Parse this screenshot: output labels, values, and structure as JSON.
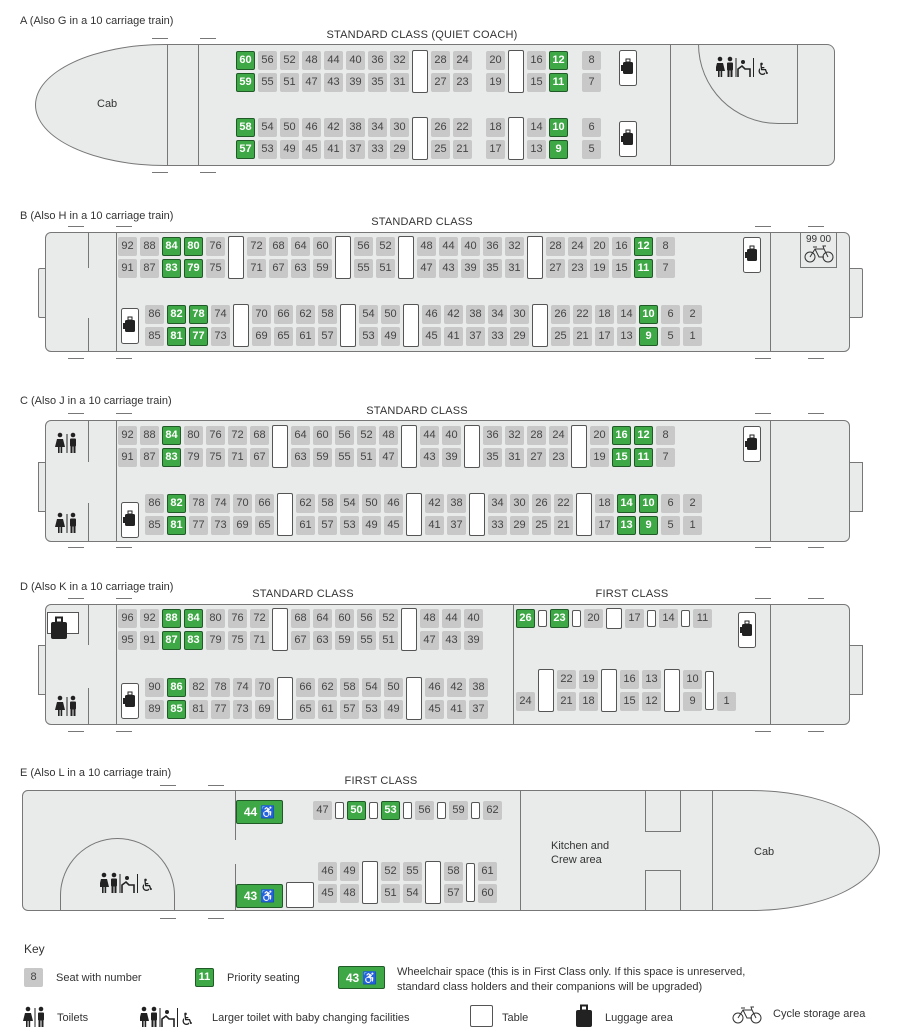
{
  "colors": {
    "priority": "#3fa846",
    "seat": "#c8c8c8",
    "body": "#e9eaea"
  },
  "carriages": [
    {
      "label": "A (Also G in a 10 carriage train)",
      "titles": [
        "STANDARD CLASS (QUIET COACH)"
      ],
      "cab": "Cab",
      "priority": [
        "60",
        "59",
        "58",
        "57",
        "12",
        "11",
        "10",
        "9"
      ],
      "blocks": [
        [
          [
            "60",
            "59"
          ],
          [
            "56",
            "55"
          ],
          [
            "52",
            "51"
          ],
          [
            "48",
            "47"
          ],
          [
            "44",
            "43"
          ],
          [
            "40",
            "39"
          ],
          [
            "36",
            "35"
          ],
          [
            "32",
            "31"
          ],
          "T",
          [
            "28",
            "27"
          ],
          [
            "24",
            "23"
          ],
          "s",
          [
            "20",
            "19"
          ],
          "T",
          [
            "16",
            "15"
          ],
          [
            "12",
            "11"
          ],
          "s",
          [
            "8",
            "7"
          ]
        ],
        [
          [
            "58",
            "57"
          ],
          [
            "54",
            "53"
          ],
          [
            "50",
            "49"
          ],
          [
            "46",
            "45"
          ],
          [
            "42",
            "41"
          ],
          [
            "38",
            "37"
          ],
          [
            "34",
            "33"
          ],
          [
            "30",
            "29"
          ],
          "T",
          [
            "26",
            "25"
          ],
          [
            "22",
            "21"
          ],
          "s",
          [
            "18",
            "17"
          ],
          "T",
          [
            "14",
            "13"
          ],
          [
            "10",
            "9"
          ],
          "s",
          [
            "6",
            "5"
          ]
        ]
      ]
    },
    {
      "label": "B (Also H in a 10 carriage train)",
      "titles": [
        "STANDARD CLASS"
      ],
      "cycle": "99 00",
      "priority": [
        "84",
        "83",
        "80",
        "79",
        "12",
        "11",
        "82",
        "81",
        "78",
        "77",
        "10",
        "9"
      ],
      "blocks": [
        [
          [
            "92",
            "91"
          ],
          [
            "88",
            "87"
          ],
          [
            "84",
            "83"
          ],
          [
            "80",
            "79"
          ],
          [
            "76",
            "75"
          ],
          "T",
          [
            "72",
            "71"
          ],
          [
            "68",
            "67"
          ],
          [
            "64",
            "63"
          ],
          [
            "60",
            "59"
          ],
          "T",
          [
            "56",
            "55"
          ],
          [
            "52",
            "51"
          ],
          "T",
          [
            "48",
            "47"
          ],
          [
            "44",
            "43"
          ],
          [
            "40",
            "39"
          ],
          [
            "36",
            "35"
          ],
          [
            "32",
            "31"
          ],
          "T",
          [
            "28",
            "27"
          ],
          [
            "24",
            "23"
          ],
          [
            "20",
            "19"
          ],
          [
            "16",
            "15"
          ],
          [
            "12",
            "11"
          ],
          [
            "8",
            "7"
          ]
        ],
        [
          [
            "86",
            "85"
          ],
          [
            "82",
            "81"
          ],
          [
            "78",
            "77"
          ],
          [
            "74",
            "73"
          ],
          "T",
          [
            "70",
            "69"
          ],
          [
            "66",
            "65"
          ],
          [
            "62",
            "61"
          ],
          [
            "58",
            "57"
          ],
          "T",
          [
            "54",
            "53"
          ],
          [
            "50",
            "49"
          ],
          "T",
          [
            "46",
            "45"
          ],
          [
            "42",
            "41"
          ],
          [
            "38",
            "37"
          ],
          [
            "34",
            "33"
          ],
          [
            "30",
            "29"
          ],
          "T",
          [
            "26",
            "25"
          ],
          [
            "22",
            "21"
          ],
          [
            "18",
            "17"
          ],
          [
            "14",
            "13"
          ],
          [
            "10",
            "9"
          ],
          [
            "6",
            "5"
          ],
          [
            "2",
            "1"
          ]
        ]
      ]
    },
    {
      "label": "C (Also J in a 10 carriage train)",
      "titles": [
        "STANDARD CLASS"
      ],
      "priority": [
        "84",
        "83",
        "16",
        "15",
        "12",
        "11",
        "82",
        "81",
        "14",
        "13",
        "10",
        "9"
      ],
      "blocks": [
        [
          [
            "92",
            "91"
          ],
          [
            "88",
            "87"
          ],
          [
            "84",
            "83"
          ],
          [
            "80",
            "79"
          ],
          [
            "76",
            "75"
          ],
          [
            "72",
            "71"
          ],
          [
            "68",
            "67"
          ],
          "T",
          [
            "64",
            "63"
          ],
          [
            "60",
            "59"
          ],
          [
            "56",
            "55"
          ],
          [
            "52",
            "51"
          ],
          [
            "48",
            "47"
          ],
          "T",
          [
            "44",
            "43"
          ],
          [
            "40",
            "39"
          ],
          "T",
          [
            "36",
            "35"
          ],
          [
            "32",
            "31"
          ],
          [
            "28",
            "27"
          ],
          [
            "24",
            "23"
          ],
          "T",
          [
            "20",
            "19"
          ],
          [
            "16",
            "15"
          ],
          [
            "12",
            "11"
          ],
          [
            "8",
            "7"
          ]
        ],
        [
          [
            "86",
            "85"
          ],
          [
            "82",
            "81"
          ],
          [
            "78",
            "77"
          ],
          [
            "74",
            "73"
          ],
          [
            "70",
            "69"
          ],
          [
            "66",
            "65"
          ],
          "T",
          [
            "62",
            "61"
          ],
          [
            "58",
            "57"
          ],
          [
            "54",
            "53"
          ],
          [
            "50",
            "49"
          ],
          [
            "46",
            "45"
          ],
          "T",
          [
            "42",
            "41"
          ],
          [
            "38",
            "37"
          ],
          "T",
          [
            "34",
            "33"
          ],
          [
            "30",
            "29"
          ],
          [
            "26",
            "25"
          ],
          [
            "22",
            "21"
          ],
          "T",
          [
            "18",
            "17"
          ],
          [
            "14",
            "13"
          ],
          [
            "10",
            "9"
          ],
          [
            "6",
            "5"
          ],
          [
            "2",
            "1"
          ]
        ]
      ]
    },
    {
      "label": "D (Also K in a 10 carriage train)",
      "titles": [
        "STANDARD CLASS",
        "FIRST CLASS"
      ],
      "priority": [
        "88",
        "87",
        "84",
        "83",
        "86",
        "85",
        "26",
        "23"
      ],
      "blocks": [
        [
          [
            "96",
            "95"
          ],
          [
            "92",
            "91"
          ],
          [
            "88",
            "87"
          ],
          [
            "84",
            "83"
          ],
          [
            "80",
            "79"
          ],
          [
            "76",
            "75"
          ],
          [
            "72",
            "71"
          ],
          "T",
          [
            "68",
            "67"
          ],
          [
            "64",
            "63"
          ],
          [
            "60",
            "59"
          ],
          [
            "56",
            "55"
          ],
          [
            "52",
            "51"
          ],
          "T",
          [
            "48",
            "47"
          ],
          [
            "44",
            "43"
          ],
          [
            "40",
            "39"
          ]
        ],
        [
          [
            "26"
          ],
          "t",
          [
            "23"
          ],
          "t",
          [
            "20"
          ],
          "T",
          [
            "17"
          ],
          "t",
          [
            "14"
          ],
          "t",
          [
            "11"
          ]
        ],
        [
          [
            "90",
            "89"
          ],
          [
            "86",
            "85"
          ],
          [
            "82",
            "81"
          ],
          [
            "78",
            "77"
          ],
          [
            "74",
            "73"
          ],
          [
            "70",
            "69"
          ],
          "T",
          [
            "66",
            "65"
          ],
          [
            "62",
            "61"
          ],
          [
            "58",
            "57"
          ],
          [
            "54",
            "53"
          ],
          [
            "50",
            "49"
          ],
          "T",
          [
            "46",
            "45"
          ],
          [
            "42",
            "41"
          ],
          [
            "38",
            "37"
          ]
        ],
        [
          [
            null,
            "24"
          ],
          "T",
          [
            "22",
            "21"
          ],
          [
            "19",
            "18"
          ],
          "T",
          [
            "16",
            "15"
          ],
          [
            "13",
            "12"
          ],
          "T",
          [
            "10",
            "9"
          ],
          "t",
          [
            null,
            "1"
          ]
        ]
      ]
    },
    {
      "label": "E (Also L in a 10 carriage train)",
      "titles": [
        "FIRST CLASS"
      ],
      "kitchen": "Kitchen and\nCrew area",
      "cab": "Cab",
      "priority": [
        "50",
        "53"
      ],
      "wheelchair": [
        "44",
        "43"
      ],
      "blocks": [
        [
          [
            "47"
          ],
          "t",
          [
            "50"
          ],
          "t",
          [
            "53"
          ],
          "t",
          [
            "56"
          ],
          "t",
          [
            "59"
          ],
          "t",
          [
            "62"
          ]
        ],
        [
          [
            "46",
            "45"
          ],
          [
            "49",
            "48"
          ],
          "T",
          [
            "52",
            "51"
          ],
          [
            "55",
            "54"
          ],
          "T",
          [
            "58",
            "57"
          ],
          "t",
          [
            "61",
            "60"
          ]
        ]
      ]
    }
  ],
  "key": {
    "title": "Key",
    "seat_example": "8",
    "seat_text": "Seat with number",
    "priority_example": "11",
    "priority_text": "Priority seating",
    "wheelchair_example": "43",
    "wheelchair_text": "Wheelchair space (this is in First Class only. If this space is unreserved,\nstandard class holders and their companions will be upgraded)",
    "toilets_text": "Toilets",
    "large_toilet_text": "Larger toilet with baby changing facilities",
    "table_text": "Table",
    "luggage_text": "Luggage area",
    "cycle_text": "Cycle storage area"
  }
}
